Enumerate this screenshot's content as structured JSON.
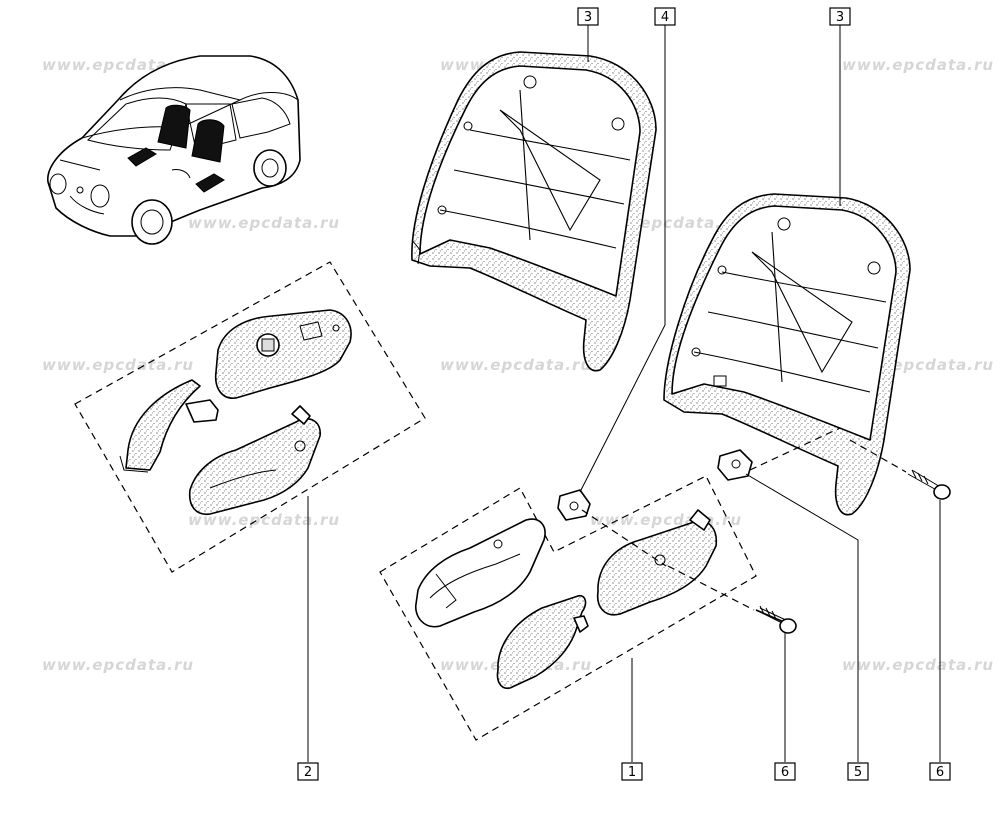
{
  "watermark": {
    "text": "www.epcdata.ru"
  },
  "callouts": [
    {
      "id": "c1",
      "label": "1"
    },
    {
      "id": "c2",
      "label": "2"
    },
    {
      "id": "c3a",
      "label": "3"
    },
    {
      "id": "c3b",
      "label": "3"
    },
    {
      "id": "c4",
      "label": "4"
    },
    {
      "id": "c5",
      "label": "5"
    },
    {
      "id": "c6a",
      "label": "6"
    },
    {
      "id": "c6b",
      "label": "6"
    }
  ],
  "colors": {
    "ink": "#000000",
    "watermark": "#d6d6d6",
    "background": "#ffffff"
  }
}
